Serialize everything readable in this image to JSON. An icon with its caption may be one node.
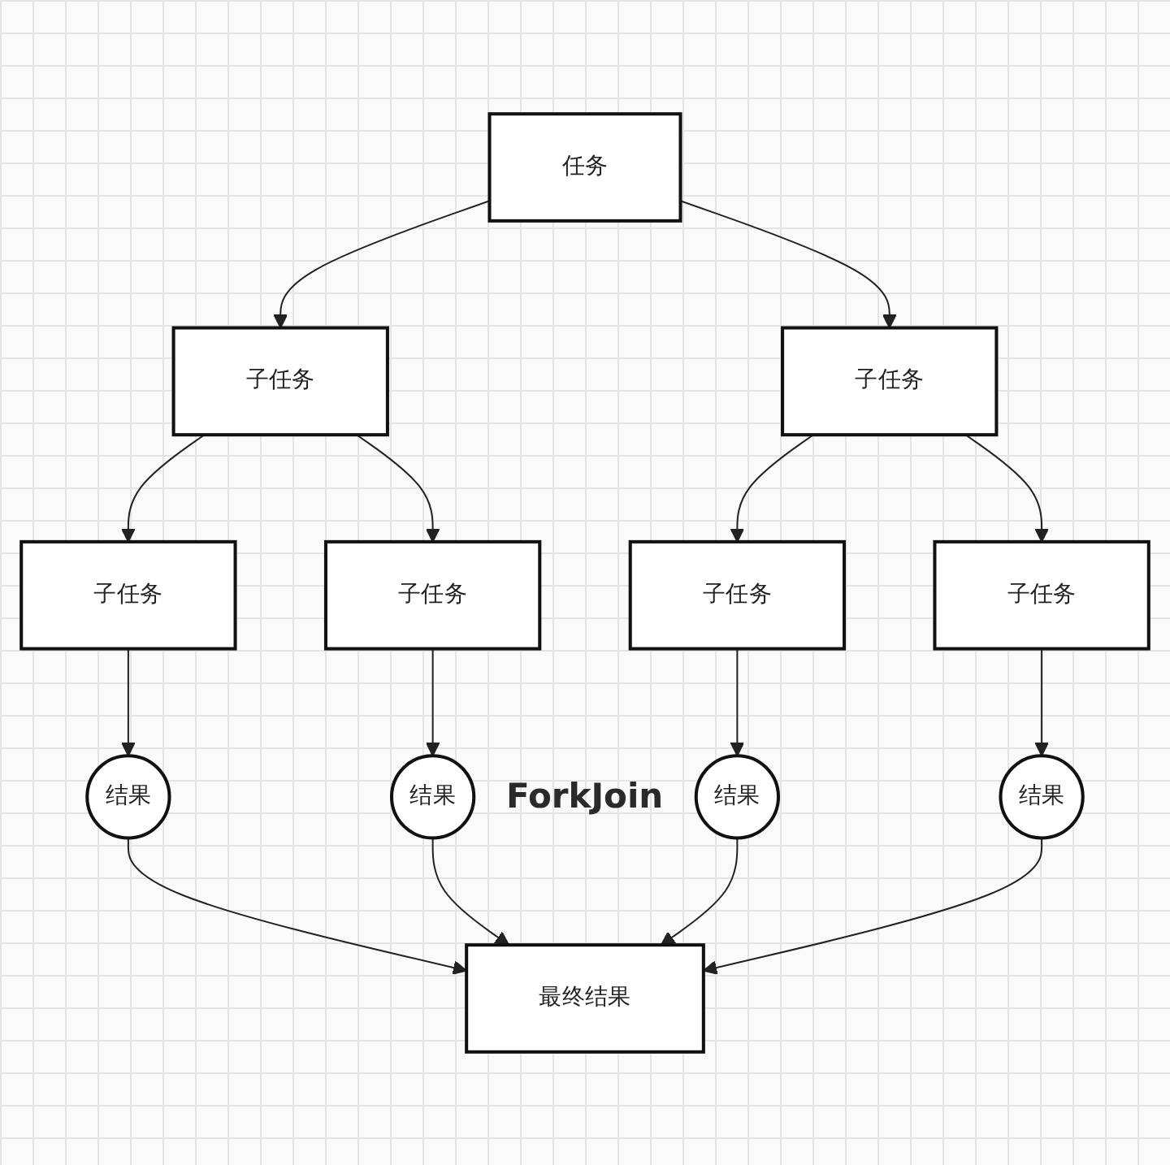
{
  "diagram": {
    "nodes": [
      {
        "text": [
          "任务"
        ]
      },
      {
        "text": [
          "子任务"
        ]
      },
      {
        "text": [
          "子任务"
        ]
      },
      {
        "text": [
          "子任务"
        ]
      },
      {
        "text": [
          "子任务"
        ]
      },
      {
        "text": [
          "子任务"
        ]
      },
      {
        "text": [
          "子任务"
        ]
      },
      {
        "text": [
          "结果"
        ]
      },
      {
        "text": [
          "结果"
        ]
      },
      {
        "text": [
          "结果"
        ]
      },
      {
        "text": [
          "结果"
        ]
      },
      {
        "text": [
          "最终结果"
        ]
      }
    ],
    "edges": [
      {
        "from": 0,
        "to": 1,
        "arrow": "to"
      },
      {
        "from": 0,
        "to": 2,
        "arrow": "to"
      },
      {
        "from": 1,
        "to": 3,
        "arrow": "to"
      },
      {
        "from": 1,
        "to": 4,
        "arrow": "to"
      },
      {
        "from": 2,
        "to": 5,
        "arrow": "to"
      },
      {
        "from": 2,
        "to": 6,
        "arrow": "to"
      },
      {
        "from": 3,
        "to": 7,
        "arrow": "to"
      },
      {
        "from": 4,
        "to": 8,
        "arrow": "to"
      },
      {
        "from": 5,
        "to": 9,
        "arrow": "to"
      },
      {
        "from": 6,
        "to": 10,
        "arrow": "to"
      },
      {
        "from": 7,
        "to": 11,
        "arrow": "to"
      },
      {
        "from": 8,
        "to": 11,
        "arrow": "to"
      },
      {
        "from": 9,
        "to": 11,
        "arrow": "to"
      },
      {
        "from": 10,
        "to": 11,
        "arrow": "to"
      }
    ],
    "labels": [
      "ForkJoin"
    ]
  }
}
